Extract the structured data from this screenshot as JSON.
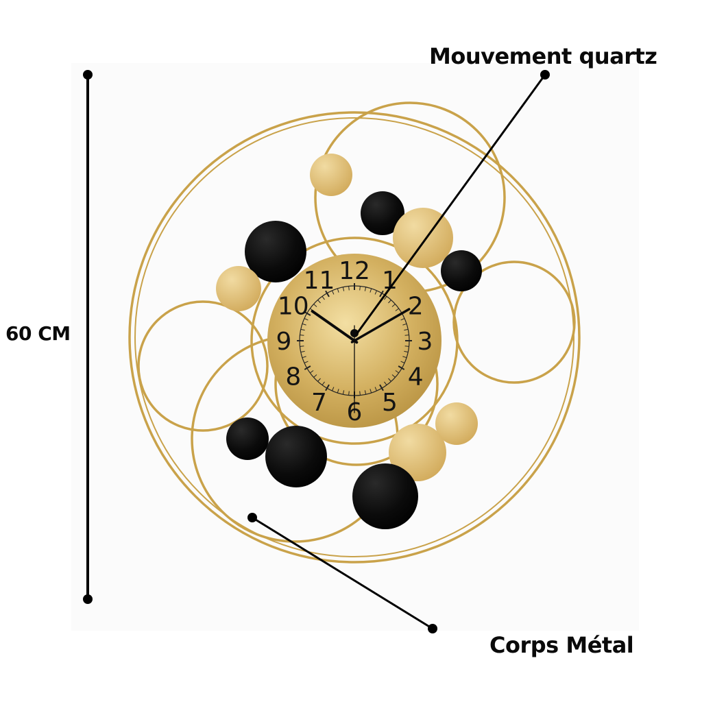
{
  "labels": {
    "size": "60 CM",
    "movement": "Mouvement quartz",
    "body": "Corps Métal"
  },
  "dial_numerals": [
    "12",
    "1",
    "2",
    "3",
    "4",
    "5",
    "6",
    "7",
    "8",
    "9",
    "10",
    "11"
  ],
  "clock_time": {
    "hours": 10,
    "minutes": 10,
    "seconds": 30
  },
  "colors": {
    "gold": "#c9a24a",
    "gold_light": "#e3c78a",
    "black": "#0b0b0b",
    "line": "#000000"
  }
}
